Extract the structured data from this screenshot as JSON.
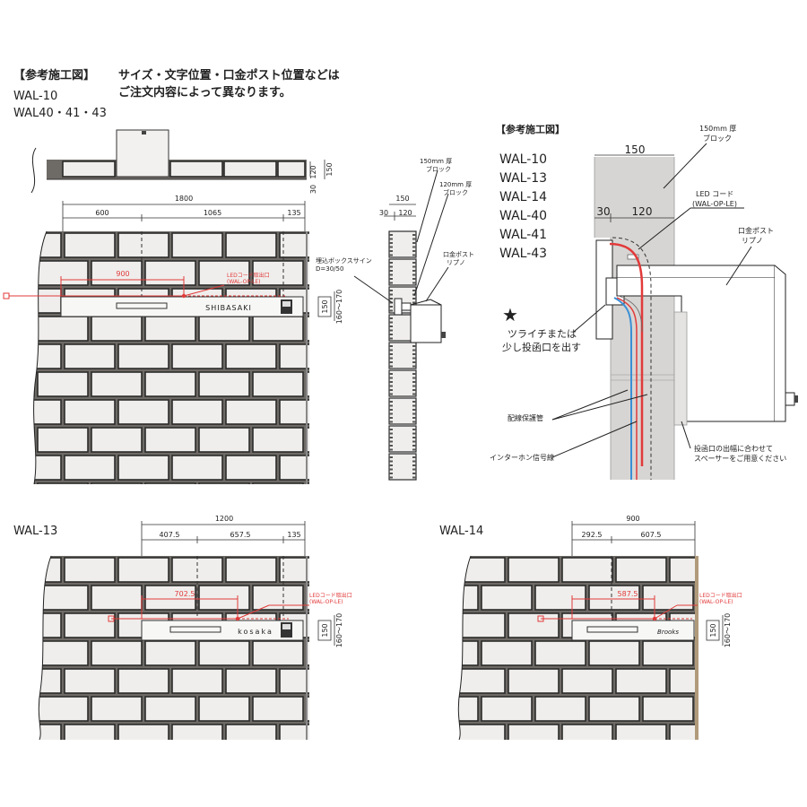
{
  "header": {
    "title": "【参考施工図】",
    "note_line1": "サイズ・文字位置・口金ポスト位置などは",
    "note_line2": "ご注文内容によって異なります。",
    "models_line1": "WAL-10",
    "models_line2": "WAL40・41・43"
  },
  "front_top": {
    "dim_120": "120",
    "dim_150": "150",
    "dim_30": "30",
    "dim_total": "1800",
    "dim_a": "600",
    "dim_b": "1065",
    "dim_c": "135",
    "red_dim": "900",
    "led_line1": "LEDコード取出口",
    "led_line2": "(WAL-OP-LE)",
    "sign_text": "SHIBASAKI",
    "dim_v1": "150",
    "dim_v2": "160～170"
  },
  "side_small": {
    "dim_150": "150",
    "dim_30": "30",
    "dim_120": "120",
    "block150_l1": "150mm 厚",
    "block150_l2": "ブロック",
    "block120_l1": "120mm 厚",
    "block120_l2": "ブロック",
    "box_l1": "埋込ボックスサイン",
    "box_l2": "D=30/50",
    "post_l1": "口金ポスト",
    "post_l2": "リプノ"
  },
  "section": {
    "title": "【参考施工図】",
    "models": [
      "WAL-10",
      "WAL-13",
      "WAL-14",
      "WAL-40",
      "WAL-41",
      "WAL-43"
    ],
    "dim_150": "150",
    "dim_30": "30",
    "dim_120": "120",
    "block_l1": "150mm 厚",
    "block_l2": "ブロック",
    "led_l1": "LED コード",
    "led_l2": "(WAL-OP-LE)",
    "post_l1": "口金ポスト",
    "post_l2": "リプノ",
    "star": "★",
    "flush_l1": "ツライチまたは",
    "flush_l2": "少し投函口を出す",
    "conduit": "配線保護管",
    "intercom": "インターホン信号線",
    "spacer_l1": "投函口の出幅に合わせて",
    "spacer_l2": "スペーサーをご用意ください"
  },
  "wal13": {
    "title": "WAL-13",
    "dim_total": "1200",
    "dim_a": "407.5",
    "dim_b": "657.5",
    "dim_c": "135",
    "red_dim": "702.5",
    "led_l1": "LEDコード取出口",
    "led_l2": "(WAL-OP-LE)",
    "sign_text": "kosaka",
    "dim_v1": "150",
    "dim_v2": "160～170"
  },
  "wal14": {
    "title": "WAL-14",
    "dim_total": "900",
    "dim_a": "292.5",
    "dim_b": "607.5",
    "red_dim": "587.5",
    "led_l1": "LEDコード取出口",
    "led_l2": "(WAL-OP-LE)",
    "sign_text": "Brooks",
    "dim_v1": "150",
    "dim_v2": "160～170"
  },
  "colors": {
    "red": "#e23a3a",
    "blue": "#3a8fd6",
    "block_gray": "#d7d5d3",
    "brick_face": "#efeeec",
    "mortar": "#6e6a66"
  }
}
